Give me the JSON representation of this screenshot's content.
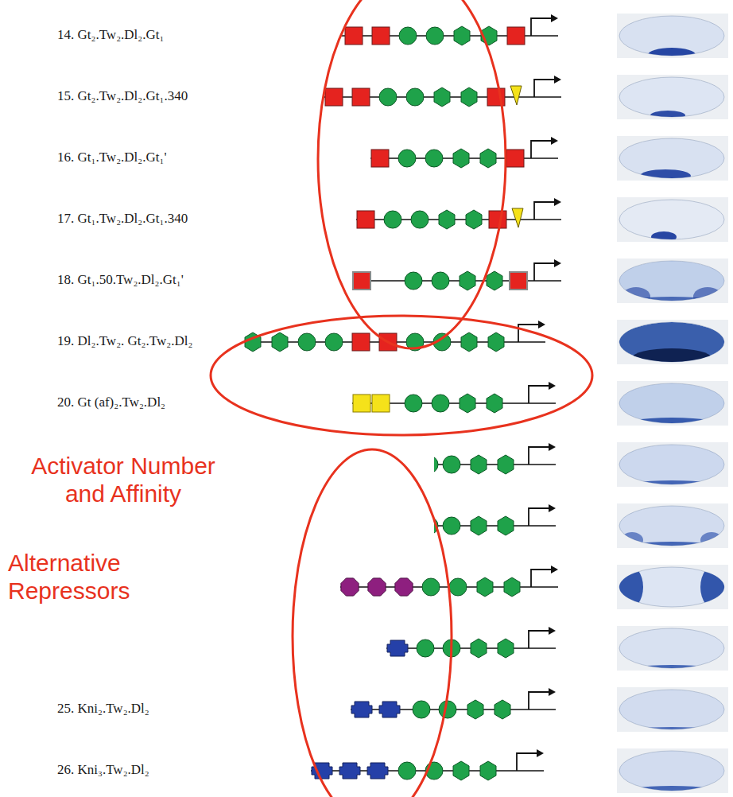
{
  "diagram": {
    "labels": [
      "14. Gt₂.Tw₂.Dl₂.Gt₁",
      "15. Gt₂.Tw₂.Dl₂.Gt₁.340",
      "16. Gt₁.Tw₂.Dl₂.Gt₁'",
      "17. Gt₁.Tw₂.Dl₂.Gt₁.340",
      "18. Gt₁.50.Tw₂.Dl₂.Gt₁'",
      "19. Dl₂.Tw₂. Gt₂.Tw₂.Dl₂",
      "20. Gt (af)₂.Tw₂.Dl₂",
      "Activator Number and Affinity",
      "Alternative Repressors",
      "25. Kni₂.Tw₂.Dl₂",
      "26. Kni₃.Tw₂.Dl₂"
    ]
  }
}
